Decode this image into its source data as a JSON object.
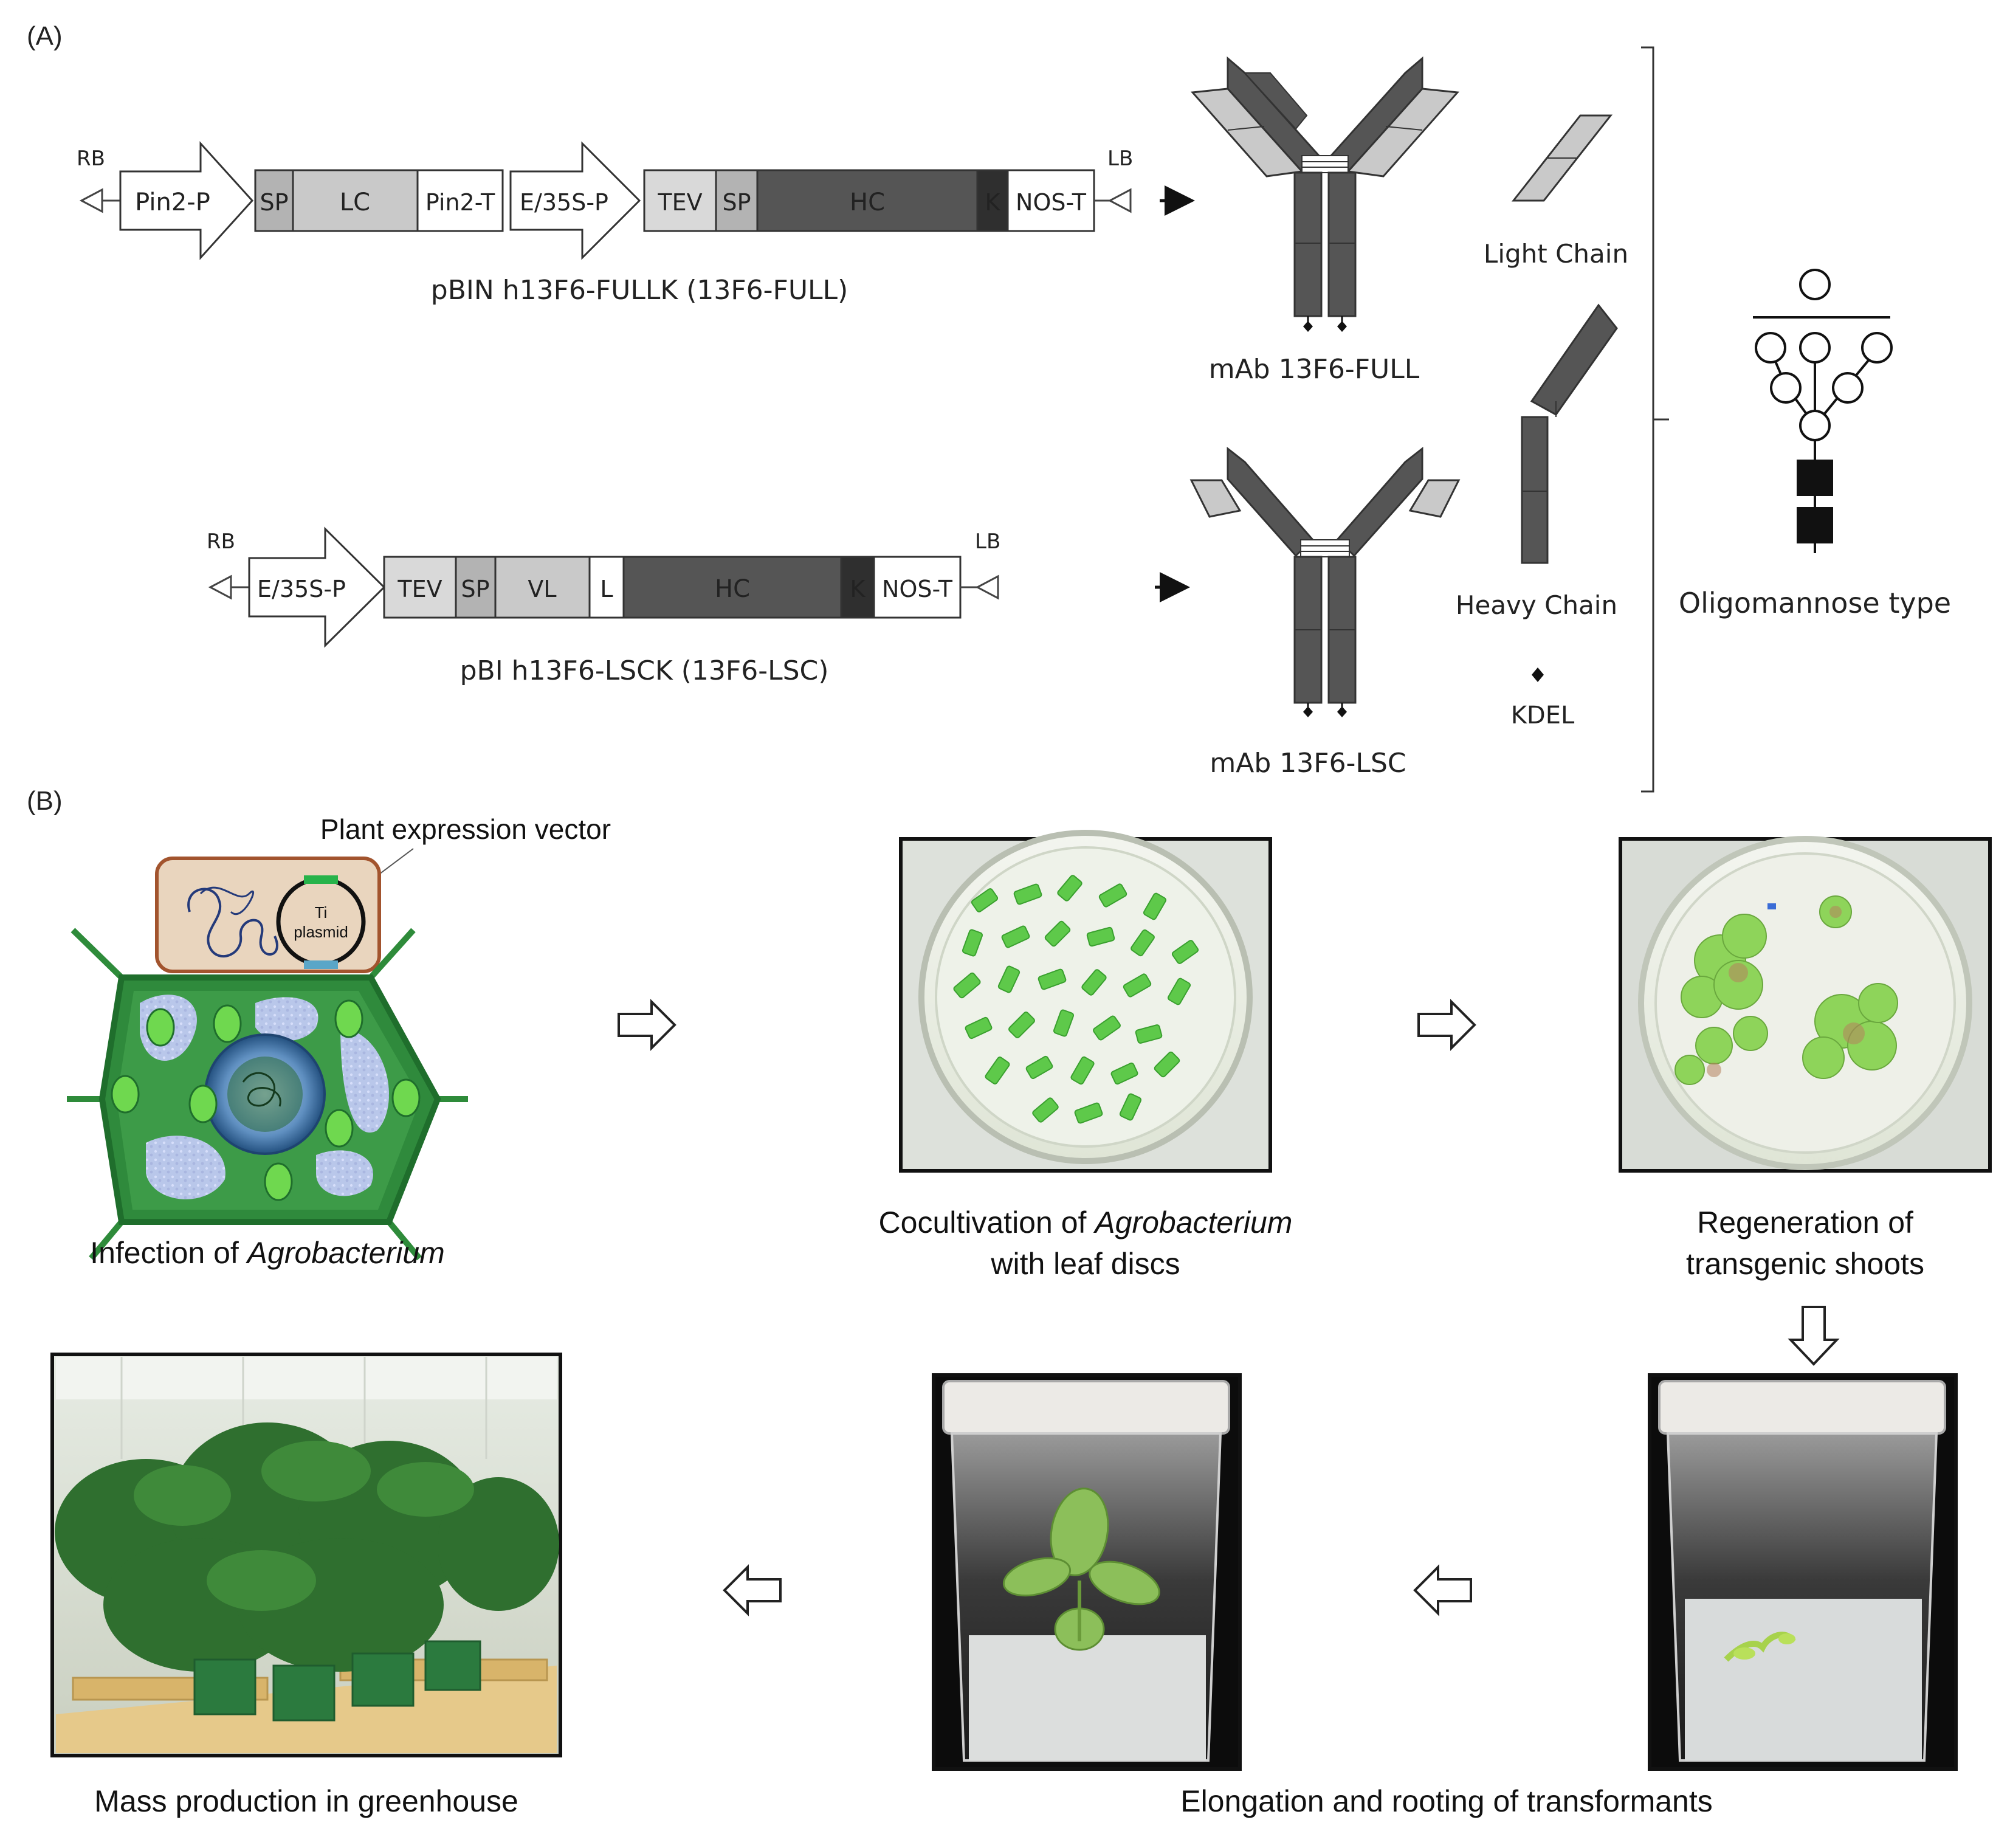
{
  "panel_a": {
    "label": "(A)",
    "construct_full": {
      "rb": "RB",
      "lb": "LB",
      "segments": [
        "Pin2-P",
        "SP",
        "LC",
        "Pin2-T",
        "E/35S-P",
        "TEV",
        "SP",
        "HC",
        "K",
        "NOS-T"
      ],
      "name": "pBIN h13F6-FULLK (13F6-FULL)"
    },
    "construct_lsc": {
      "rb": "RB",
      "lb": "LB",
      "segments": [
        "E/35S-P",
        "TEV",
        "SP",
        "VL",
        "L",
        "HC",
        "K",
        "NOS-T"
      ],
      "name": "pBI h13F6-LSCK (13F6-LSC)"
    },
    "antibody_full_label": "mAb 13F6-FULL",
    "antibody_lsc_label": "mAb 13F6-LSC",
    "legend": {
      "light_chain": "Light Chain",
      "heavy_chain": "Heavy Chain",
      "kdel": "KDEL"
    },
    "glycan_label": "Oligomannose type"
  },
  "panel_b": {
    "label": "(B)",
    "vector_label": "Plant expression vector",
    "plasmid_label_1": "Ti",
    "plasmid_label_2": "plasmid",
    "step1_text": "Infection of ",
    "step1_italic": "Agrobacterium",
    "step2_line1_text": "Cocultivation of ",
    "step2_line1_italic": "Agrobacterium",
    "step2_line2": "with leaf discs",
    "step3_line1": "Regeneration of",
    "step3_line2": "transgenic shoots",
    "step4": "Elongation and rooting of transformants",
    "step5": "Mass production in greenhouse"
  },
  "colors": {
    "light_gray": "#c9c9c9",
    "mid_gray": "#b3b3b3",
    "dark_gray": "#555555",
    "darkest": "#2f2f2f",
    "cell_green": "#2e8b3a",
    "cell_light_green": "#5db85f",
    "leaf_green": "#58c44a"
  }
}
